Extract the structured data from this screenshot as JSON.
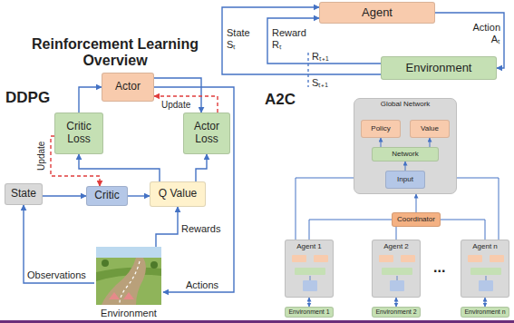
{
  "diagram": {
    "title": "Reinforcement Learning Overview",
    "nodes": [
      {
        "text": [
          "Agent"
        ]
      },
      {
        "text": [
          "Environment"
        ]
      },
      {
        "text": [
          "Actor"
        ]
      },
      {
        "text": [
          "Critic Loss"
        ]
      },
      {
        "text": [
          "Actor Loss"
        ]
      },
      {
        "text": [
          "State"
        ]
      },
      {
        "text": [
          "Critic"
        ]
      },
      {
        "text": [
          "Q Value"
        ]
      },
      {
        "text": [
          "Environment"
        ]
      },
      {
        "text": [
          "Global Network"
        ]
      },
      {
        "text": [
          "Policy"
        ],
        "in": 9
      },
      {
        "text": [
          "Value"
        ],
        "in": 9
      },
      {
        "text": [
          "Network"
        ],
        "in": 9
      },
      {
        "text": [
          "Input"
        ],
        "in": 9
      },
      {
        "text": [
          "Coordinator"
        ]
      },
      {
        "text": [
          "Agent 1"
        ]
      },
      {
        "text": [
          "Agent 2"
        ]
      },
      {
        "text": [
          "Agent n"
        ]
      },
      {
        "text": [
          "Environment 1"
        ]
      },
      {
        "text": [
          "Environment 2"
        ]
      },
      {
        "text": [
          "Environment n"
        ]
      }
    ],
    "edges": [
      {
        "from": 0,
        "to": 1,
        "label": "Action Aₜ",
        "arrow": "to"
      },
      {
        "from": 1,
        "to": 0,
        "label": "State Sₜ",
        "arrow": "to"
      },
      {
        "from": 1,
        "to": 0,
        "label": "Reward Rₜ",
        "arrow": "to"
      },
      {
        "from": 5,
        "to": 6,
        "arrow": "to"
      },
      {
        "from": 6,
        "to": 7,
        "arrow": "to"
      },
      {
        "from": 7,
        "to": 3,
        "arrow": "to"
      },
      {
        "from": 7,
        "to": 4,
        "arrow": "to"
      },
      {
        "from": 3,
        "to": 2,
        "arrow": "to"
      },
      {
        "from": 2,
        "to": 4,
        "arrow": "to"
      },
      {
        "from": 4,
        "to": 2,
        "label": "Update",
        "arrow": "to"
      },
      {
        "from": 3,
        "to": 6,
        "label": "Update",
        "arrow": "to"
      },
      {
        "from": 8,
        "to": 7,
        "label": "Rewards",
        "arrow": "to"
      },
      {
        "from": 8,
        "to": 5,
        "label": "Observations",
        "arrow": "to"
      },
      {
        "from": 2,
        "to": 8,
        "label": "Actions",
        "arrow": "to"
      },
      {
        "from": 13,
        "to": 12,
        "arrow": "to"
      },
      {
        "from": 12,
        "to": 10,
        "arrow": "to"
      },
      {
        "from": 12,
        "to": 11,
        "arrow": "to"
      },
      {
        "from": 14,
        "to": 9,
        "arrow": "to"
      },
      {
        "from": 15,
        "to": 14,
        "arrow": "none"
      },
      {
        "from": 16,
        "to": 14,
        "arrow": "none"
      },
      {
        "from": 17,
        "to": 14,
        "arrow": "none"
      },
      {
        "from": 9,
        "to": 15,
        "arrow": "none"
      },
      {
        "from": 9,
        "to": 17,
        "arrow": "none"
      },
      {
        "from": 18,
        "to": 15,
        "arrow": "both"
      },
      {
        "from": 19,
        "to": 16,
        "arrow": "both"
      },
      {
        "from": 20,
        "to": 17,
        "arrow": "both"
      }
    ],
    "labels": [
      "DDPG",
      "A2C",
      "Rₜ₊₁",
      "Sₜ₊₁",
      "..."
    ]
  }
}
